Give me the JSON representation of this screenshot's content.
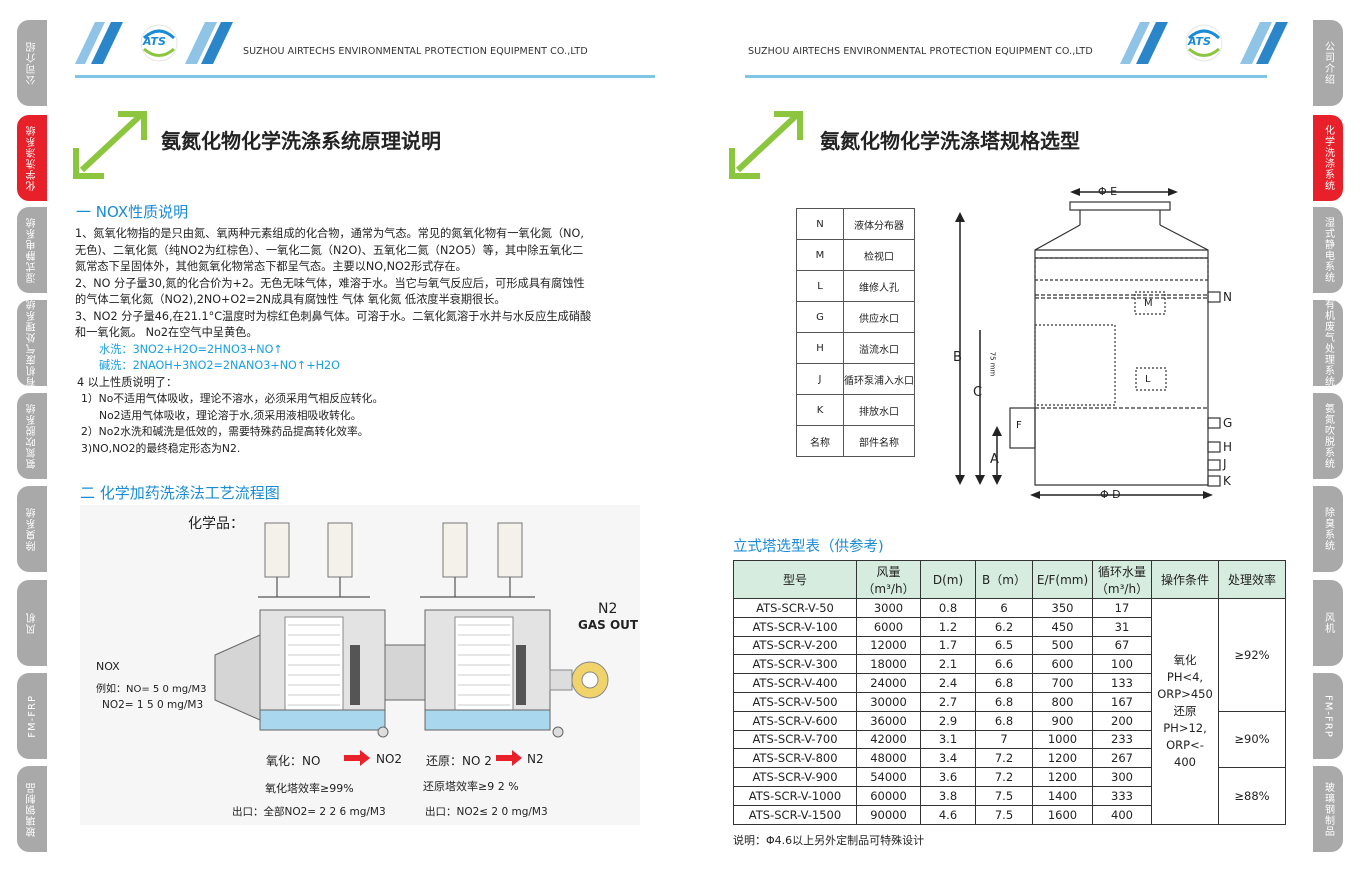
{
  "header": {
    "company_left": "SUZHOU AIRTECHS ENVIRONMENTAL PROTECTION EQUIPMENT CO.,LTD",
    "company_right": "SUZHOU AIRTECHS ENVIRONMENTAL PROTECTION EQUIPMENT CO.,LTD",
    "logo_text": "ATS"
  },
  "left_tabs": [
    "公司介绍",
    "化学洗涤系统",
    "湿式静电系统",
    "有机废气处理系统",
    "氨氮吹脱系统",
    "除臭系统",
    "风机",
    "FM-FRP",
    "玻璃钢制品"
  ],
  "right_tabs": [
    "公司介绍",
    "化学洗涤系统",
    "湿式静电系统",
    "有机废气处理系统",
    "氨氮吹脱系统",
    "除臭系统",
    "风机",
    "FM-FRP",
    "玻璃钢制品"
  ],
  "left_page": {
    "title": "氨氮化物化学洗涤系统原理说明",
    "section1": "一  NOX性质说明",
    "p1": [
      "1、氮氧化物指的是只由氮、氧两种元素组成的化合物，通常为气态。常见的氮氧化物有一氧化氮（NO,",
      "无色)、二氧化氮（纯NO2为红棕色）、一氧化二氮（N2O)、五氧化二氮（N2O5）等，其中除五氧化二",
      "氮常态下呈固体外，其他氮氧化物常态下都呈气态。主要以NO,NO2形式存在。",
      "2、NO 分子量30,氮的化合价为+2。无色无味气体，难溶于水。当它与氧气反应后，可形成具有腐蚀性",
      "的气体二氧化氮（NO2),2NO+O2=2N成具有腐蚀性 气体 氧化氮  低浓度半衰期很长。",
      "3、NO2 分子量46,在21.1°C温度时为棕红色刺鼻气体。可溶于水。二氧化氮溶于水并与水反应生成硝酸",
      "和一氧化氮。 No2在空气中呈黄色。"
    ],
    "water_wash": "水洗：3NO2+H2O=2HNO3+NO↑",
    "alkali_wash": "碱洗：2NAOH+3NO2=2NANO3+NO↑+H2O",
    "p2": [
      "4 以上性质说明了：",
      "1）No不适用气体吸收，理论不溶水，必须采用气相反应转化。",
      "No2适用气体吸收，理论溶于水,须采用液相吸收转化。",
      "2）No2水洗和碱洗是低效的，需要特殊药品提高转化效率。",
      "3)NO,NO2的最终稳定形态为N2."
    ],
    "section2": "二  化学加药洗涤法工艺流程图",
    "diagram": {
      "chem": "化学品：",
      "n2": "N2",
      "gas_out": "GAS OUT",
      "nox": "NOX",
      "example": "例如：NO= 5 0 mg/M3",
      "no2": "NO2= 1 5 0 mg/M3",
      "oxidation": "氧化：NO",
      "oxidation_to": "NO2",
      "reduction": "还原：NO 2",
      "reduction_to": "N2",
      "ox_eff": "氧化塔效率≥99%",
      "red_eff": "还原塔效率≥9 2 %",
      "out1": "出口：全部NO2= 2 2 6 mg/M3",
      "out2": "出口：NO2≤ 2 0 mg/M3"
    }
  },
  "right_page": {
    "title": "氨氮化物化学洗涤塔规格选型",
    "parts": [
      [
        "N",
        "液体分布器"
      ],
      [
        "M",
        "检视口"
      ],
      [
        "L",
        "维修人孔"
      ],
      [
        "G",
        "供应水口"
      ],
      [
        "H",
        "溢流水口"
      ],
      [
        "J",
        "循环泵浦入水口"
      ],
      [
        "K",
        "排放水口"
      ],
      [
        "名称",
        "部件名称"
      ]
    ],
    "tower_labels": {
      "E": "Φ E",
      "D": "Φ D",
      "B": "B",
      "C": "C",
      "A": "A",
      "F": "F",
      "M": "M",
      "L": "L",
      "N": "N",
      "G": "G",
      "H": "H",
      "J": "J",
      "K": "K",
      "dim": "75 mm"
    },
    "spec_title": "立式塔选型表（供参考)",
    "spec_headers": [
      "型号",
      "风量（m³/h）",
      "D(m)",
      "B（m）",
      "E/F(mm)",
      "循环水量（m³/h）",
      "操作条件",
      "处理效率"
    ],
    "spec_rows": [
      [
        "ATS-SCR-V-50",
        "3000",
        "0.8",
        "6",
        "350",
        "17"
      ],
      [
        "ATS-SCR-V-100",
        "6000",
        "1.2",
        "6.2",
        "450",
        "31"
      ],
      [
        "ATS-SCR-V-200",
        "12000",
        "1.7",
        "6.5",
        "500",
        "67"
      ],
      [
        "ATS-SCR-V-300",
        "18000",
        "2.1",
        "6.6",
        "600",
        "100"
      ],
      [
        "ATS-SCR-V-400",
        "24000",
        "2.4",
        "6.8",
        "700",
        "133"
      ],
      [
        "ATS-SCR-V-500",
        "30000",
        "2.7",
        "6.8",
        "800",
        "167"
      ],
      [
        "ATS-SCR-V-600",
        "36000",
        "2.9",
        "6.8",
        "900",
        "200"
      ],
      [
        "ATS-SCR-V-700",
        "42000",
        "3.1",
        "7",
        "1000",
        "233"
      ],
      [
        "ATS-SCR-V-800",
        "48000",
        "3.4",
        "7.2",
        "1200",
        "267"
      ],
      [
        "ATS-SCR-V-900",
        "54000",
        "3.6",
        "7.2",
        "1200",
        "300"
      ],
      [
        "ATS-SCR-V-1000",
        "60000",
        "3.8",
        "7.5",
        "1400",
        "333"
      ],
      [
        "ATS-SCR-V-1500",
        "90000",
        "4.6",
        "7.5",
        "1600",
        "400"
      ]
    ],
    "condition": [
      "氧化",
      "PH<4,",
      "ORP>450",
      "还原",
      "PH>12,",
      "ORP<-",
      "400"
    ],
    "eff1": "≥92%",
    "eff2": "≥90%",
    "eff3": "≥88%",
    "note": "说明：Φ4.6以上另外定制品可特殊设计"
  },
  "colors": {
    "accent_blue": "#1a8bd6",
    "red_tab": "#e8202a",
    "grey_tab": "#a9a9a9",
    "green_arrow": "#8cc63f",
    "table_header": "#d6ecdf"
  }
}
